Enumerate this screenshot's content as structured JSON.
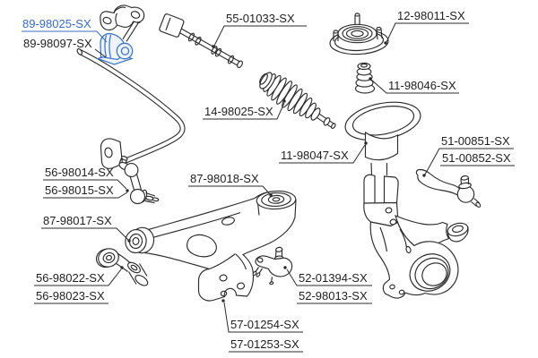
{
  "diagram": {
    "type": "exploded-parts-diagram",
    "subject": "front suspension and steering parts diagram",
    "background": "#ffffff",
    "line_color": "#2b2b2b",
    "highlight_color": "#3a6abe",
    "labels": [
      {
        "part_number": "89-98025-SX",
        "highlighted": true
      },
      {
        "part_number": "89-98097-SX",
        "highlighted": false
      },
      {
        "part_number": "55-01033-SX",
        "highlighted": false
      },
      {
        "part_number": "12-98011-SX",
        "highlighted": false
      },
      {
        "part_number": "11-98046-SX",
        "highlighted": false
      },
      {
        "part_number": "14-98025-SX",
        "highlighted": false
      },
      {
        "part_number": "11-98047-SX",
        "highlighted": false
      },
      {
        "part_number": "51-00851-SX",
        "highlighted": false
      },
      {
        "part_number": "51-00852-SX",
        "highlighted": false
      },
      {
        "part_number": "56-98014-SX",
        "highlighted": false
      },
      {
        "part_number": "56-98015-SX",
        "highlighted": false
      },
      {
        "part_number": "87-98018-SX",
        "highlighted": false
      },
      {
        "part_number": "87-98017-SX",
        "highlighted": false
      },
      {
        "part_number": "56-98022-SX",
        "highlighted": false
      },
      {
        "part_number": "56-98023-SX",
        "highlighted": false
      },
      {
        "part_number": "52-01394-SX",
        "highlighted": false
      },
      {
        "part_number": "52-98013-SX",
        "highlighted": false
      },
      {
        "part_number": "57-01254-SX",
        "highlighted": false
      },
      {
        "part_number": "57-01253-SX",
        "highlighted": false
      }
    ],
    "parts": [
      "stabilizer-bar",
      "stabilizer-bar-bracket",
      "stabilizer-bar-bushing",
      "inner-tie-rod",
      "steering-rack-boot",
      "strut-mount",
      "strut-bump-stop",
      "strut-dust-boot",
      "outer-tie-rod-end",
      "steering-knuckle",
      "stabilizer-link",
      "lower-control-arm",
      "control-arm-front-bushing",
      "control-arm-rear-bushing",
      "control-arm-bushing-assembly",
      "ball-joint",
      "control-arm-bracket-plate"
    ]
  }
}
